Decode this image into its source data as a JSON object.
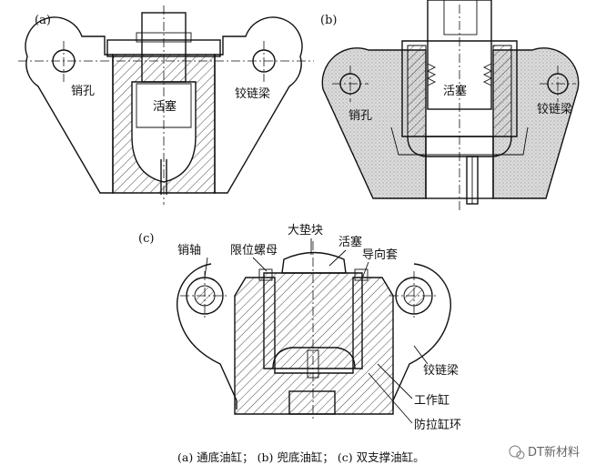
{
  "figure": {
    "panel_a": {
      "tag": "(a)",
      "pin_hole": "销孔",
      "piston": "活塞",
      "hinge_beam": "铰链梁"
    },
    "panel_b": {
      "tag": "(b)",
      "piston": "活塞",
      "pin_hole": "销孔",
      "hinge_beam": "铰链梁"
    },
    "panel_c": {
      "tag": "(c)",
      "large_pad": "大垫块",
      "pin_shaft": "销轴",
      "limit_nut": "限位螺母",
      "piston": "活塞",
      "guide_sleeve": "导向套",
      "hinge_beam": "铰链梁",
      "working_cylinder": "工作缸",
      "anti_pull_ring": "防拉缸环"
    },
    "caption": "(a) 通底油缸；  (b) 兜底油缸；  (c) 双支撑油缸。",
    "watermark": "DT新材料"
  },
  "colors": {
    "line": "#111111",
    "shade": "#d9d9d9",
    "hatch": "#333333"
  }
}
